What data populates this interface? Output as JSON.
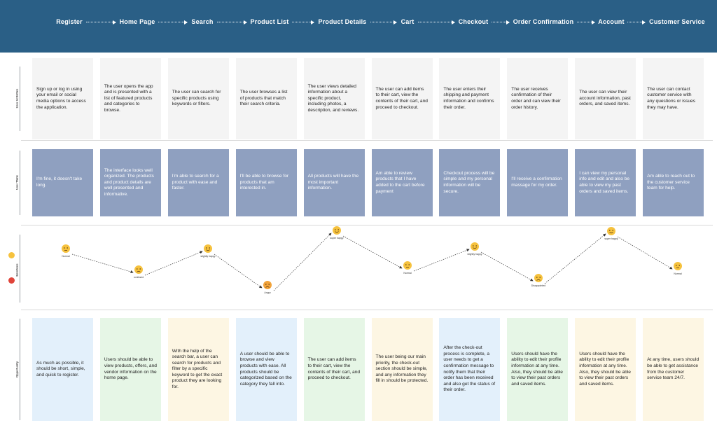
{
  "stages": [
    "Register",
    "Home Page",
    "Search",
    "Product List",
    "Product Details",
    "Cart",
    "Checkout",
    "Order Confirmation",
    "Account",
    "Customer Service"
  ],
  "row_labels": {
    "activities": "User Activities",
    "thinks": "User Think",
    "emotions": "Emotions",
    "opportunity": "Opportunity"
  },
  "activities": [
    "Sign up or log in using your email or social media options to access the application.",
    "The user opens the app and is presented with a list of featured products and categories to browse.",
    "The user can search for specific products using keywords or filters.",
    "The user browses a list of products that match their search criteria.",
    "The user views detailed information about a specific product, including photos, a description, and reviews.",
    "The user can add items to their cart, view the contents of their cart, and proceed to checkout.",
    "The user enters their shipping and payment information and confirms their order.",
    "The user receives confirmation of their order and can view their order history.",
    "The user can view their account information, past orders, and saved items.",
    "The user can contact customer service with any questions or issues they may have."
  ],
  "thoughts": [
    "I'm fine, it doesn't take long.",
    "The interface looks well organized. The products and product details are well presented and informative.",
    "I'm able to search for a product with ease and faster.",
    "I'll be able to browse for products that am interested in.",
    "All products will have the most important information.",
    "Am able to review products that I have added to the cart before payment",
    "Checkout process will be simple and my personal information will be secure.",
    "I'll receive a confirmation massage for my order.",
    "I can view my personal info and edit and also be able to view my past orders and saved items.",
    "Am able to reach out to the customer service team for help."
  ],
  "emotions": [
    {
      "label": "Normal",
      "mood": "normal"
    },
    {
      "label": "confused",
      "mood": "confused"
    },
    {
      "label": "slightly happy",
      "mood": "happy"
    },
    {
      "label": "Angry",
      "mood": "angry"
    },
    {
      "label": "super happy",
      "mood": "super"
    },
    {
      "label": "Normal",
      "mood": "normal"
    },
    {
      "label": "slightly happy",
      "mood": "happy"
    },
    {
      "label": "Disappointed",
      "mood": "disappointed"
    },
    {
      "label": "super happy",
      "mood": "super"
    },
    {
      "label": "Normal",
      "mood": "normal"
    }
  ],
  "opportunities": [
    "As much as possible, it should be short, simple, and quick to register.",
    "Users should be able to view products, offers, and vendor information on the home page.",
    "With the help of the search bar, a user can search for products and filter by a specific keyword to get the exact product they are looking for.",
    "A user should be able to browse and view products with ease. All products should be categorized based on the category they fall into.",
    "The user can add items to their cart, view the contents of their cart, and proceed to checkout.",
    "The user being our main priority, the check-out section should be simple, and any information they fill in should be protected.",
    "After the check-out process is complete, a user needs to get a confirmation message to notify them that their order has been received and also get the status of their order.",
    "Users should have the ability to edit their profile information at any time. Also, they should be able to view their past orders and saved items.",
    "Users should have the ability to edit their profile information at any time. Also, they should be able to view their past orders and saved items.",
    "At any time, users should be able to get assistance from the customer service team 24/7."
  ],
  "colors": {
    "header": "#2a5f86",
    "activity_card": "#f4f4f4",
    "thought_card": "#8fa0c0",
    "opportunity_cards": [
      "#e3f0fb",
      "#e6f6e6",
      "#fdf6e3",
      "#e3f0fb",
      "#e6f6e6",
      "#fdf6e3",
      "#e3f0fb",
      "#e6f6e6",
      "#fdf6e3",
      "#fdf6e3"
    ],
    "emoji_face": "#f6c23e",
    "angry_face": "#e0443a"
  },
  "legend": {
    "top_icon": "smiling-face-icon",
    "bottom_icon": "angry-face-icon"
  }
}
